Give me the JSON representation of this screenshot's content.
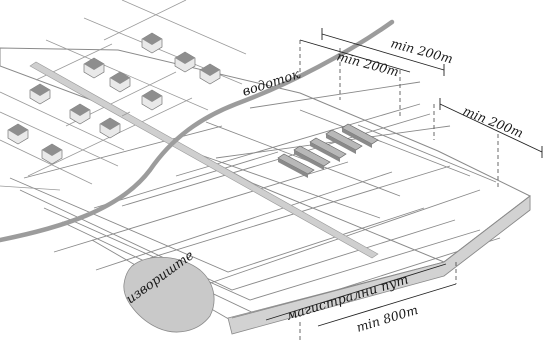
{
  "labels": {
    "watercourse": "водоток",
    "highway": "магистрални пут",
    "spring": "извориште",
    "dim_top_outer": "min 200m",
    "dim_top_inner": "min 200m",
    "dim_right": "min 200m",
    "dim_bottom": "min 800m"
  },
  "colors": {
    "background": "#ffffff",
    "field_lines": "#8a8a8a",
    "slab_side": "#d2d2d2",
    "road_fill": "#cfcfcf",
    "water_stroke": "#9c9c9c",
    "spring_fill": "#c9c9c9",
    "house_roof": "#8e8e8e",
    "house_wall": "#e9e9e9",
    "dimension": "#222222"
  }
}
